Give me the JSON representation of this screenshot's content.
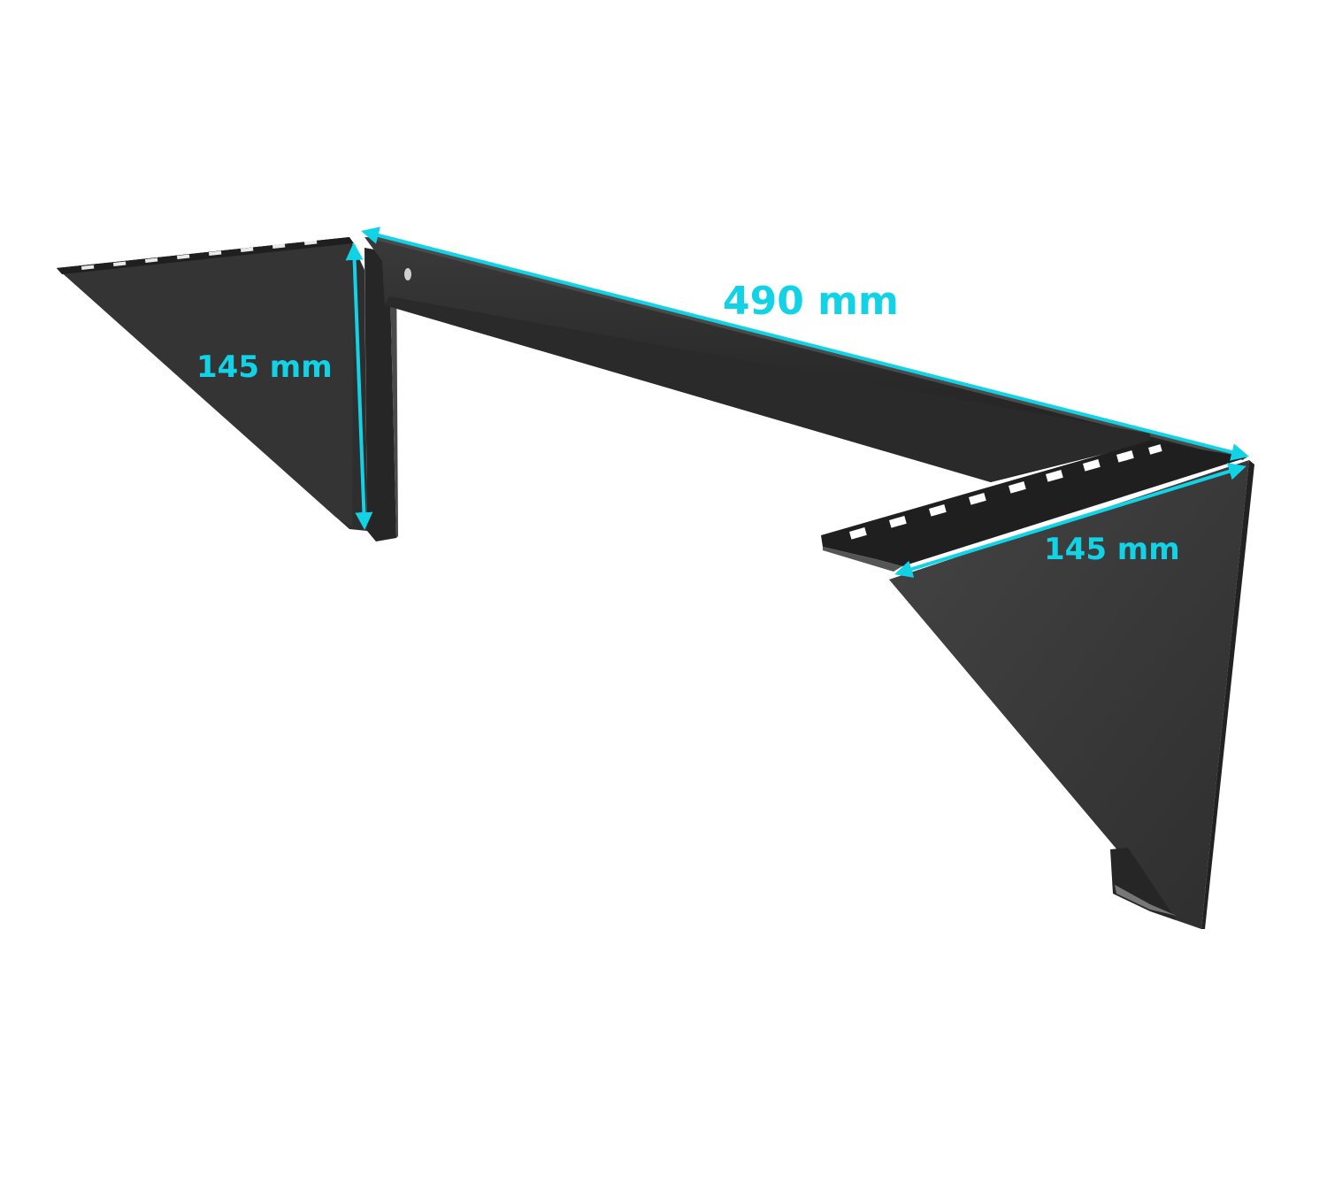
{
  "image": {
    "subject": "wall-mount rack bracket",
    "colors": {
      "background": "#ffffff",
      "metal_face": "#3c3c3c",
      "metal_dark": "#232323",
      "metal_edge": "#555555",
      "slot_fill": "#ffffff",
      "dimension": "#12d3e6"
    }
  },
  "dimensions": {
    "width_label": "490 mm",
    "left_depth_label": "145 mm",
    "right_depth_label": "145 mm"
  }
}
